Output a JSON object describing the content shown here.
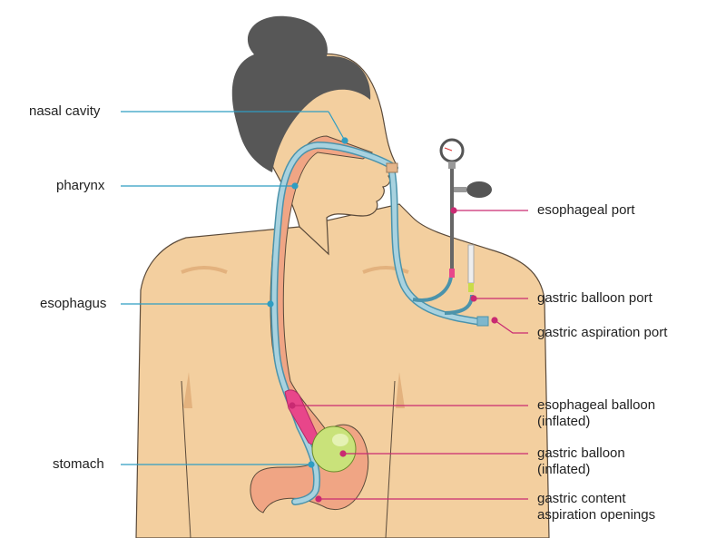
{
  "labels_left": {
    "nasal_cavity": "nasal cavity",
    "pharynx": "pharynx",
    "esophagus": "esophagus",
    "stomach": "stomach"
  },
  "labels_right": {
    "esophageal_port": "esophageal port",
    "gastric_balloon_port": "gastric balloon port",
    "gastric_aspiration_port": "gastric aspiration port",
    "esophageal_balloon_1": "esophageal balloon",
    "esophageal_balloon_2": "(inflated)",
    "gastric_balloon_1": "gastric balloon",
    "gastric_balloon_2": "(inflated)",
    "aspiration_openings_1": "gastric content",
    "aspiration_openings_2": "aspiration openings"
  },
  "colors": {
    "skin": "#f3cf9f",
    "hair": "#575757",
    "esophagus": "#f0a584",
    "tube": "#a8d2df",
    "tube_outline": "#4b93ab",
    "esophageal_balloon": "#e8468a",
    "gastric_balloon": "#c9e27a",
    "leader_blue": "#2f9dc2",
    "leader_pink": "#c92a72"
  }
}
